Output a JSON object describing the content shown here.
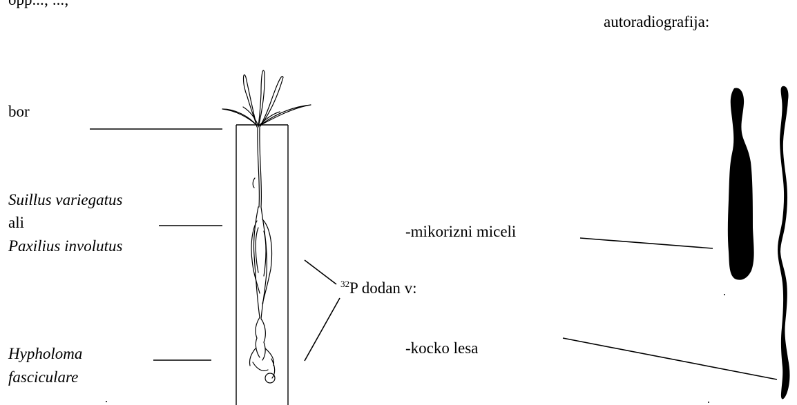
{
  "header": {
    "clipped_text": "opp...; ...;",
    "autoradiography_title": "autoradiografija:"
  },
  "labels": {
    "pine": "bor",
    "fungus_a": "Suillus variegatus",
    "or": "ali",
    "fungus_b": "Paxilius involutus",
    "fungus_c_line1": "Hypholoma",
    "fungus_c_line2": "fasciculare",
    "isotope_mass": "32",
    "isotope_rest": "P dodan v:",
    "mycelia": "-mikorizni miceli",
    "wood_block": "-kocko lesa"
  }
}
